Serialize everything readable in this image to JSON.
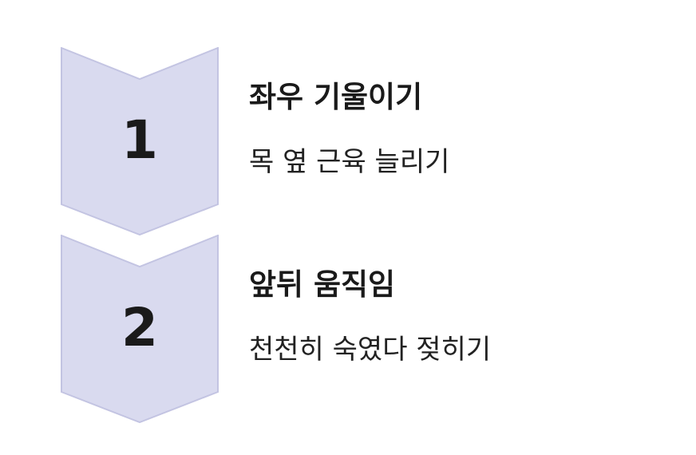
{
  "colors": {
    "chevron_fill": "#d9daef",
    "chevron_stroke": "#c3c4e2",
    "text_primary": "#1a1a1a"
  },
  "steps": [
    {
      "number": "1",
      "title": "좌우 기울이기",
      "description": "목 옆 근육 늘리기"
    },
    {
      "number": "2",
      "title": "앞뒤 움직임",
      "description": "천천히 숙였다 젖히기"
    }
  ]
}
